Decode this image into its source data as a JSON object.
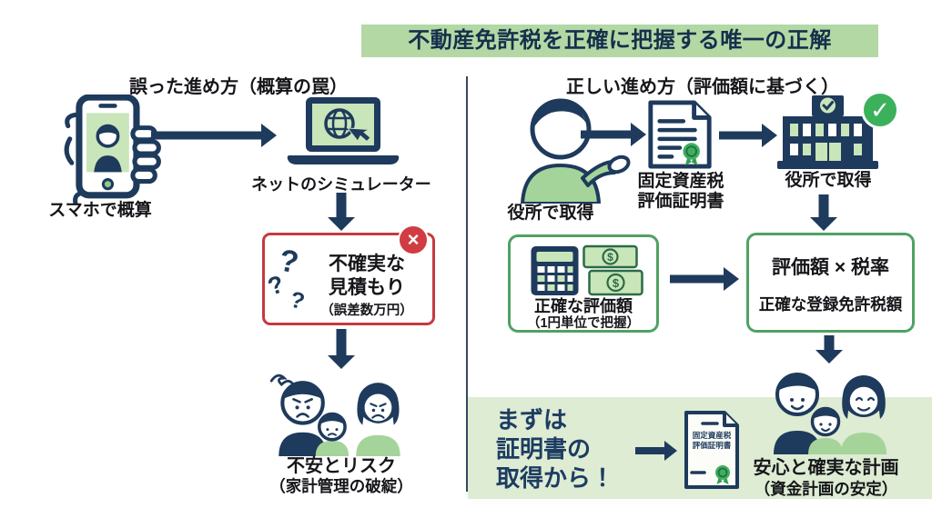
{
  "title": "不動産免許税を正確に把握する唯一の正解",
  "left": {
    "header": "誤った進め方（概算の罠）",
    "smartphone_label": "スマホで概算",
    "simulator_label": "ネットのシミュレーター",
    "warning_box": {
      "q1": "?",
      "q2": "?",
      "q3": "?",
      "line1": "不確実な",
      "line2": "見積もり",
      "line3": "（誤差数万円）"
    },
    "result_label1": "不安とリスク",
    "result_label2": "（家計管理の破綻）"
  },
  "right": {
    "header": "正しい進め方（評価額に基づく）",
    "person_label": "役所で取得",
    "certificate_label1": "固定資産税",
    "certificate_label2": "評価証明書",
    "office_label": "役所で取得",
    "value_box": {
      "line1": "正確な評価額",
      "line2": "（1円単位で把握）"
    },
    "formula_box": {
      "line1": "評価額 × 税率",
      "line2": "正確な登録免許税額"
    },
    "result_label1": "安心と確実な計画",
    "result_label2": "（資金計画の安定）"
  },
  "banner": {
    "cta_line1": "まずは",
    "cta_line2": "証明書の",
    "cta_line3": "取得から！",
    "mini_cert_line1": "固定資産税",
    "mini_cert_line2": "評価証明書"
  },
  "icons": {
    "check": "✓",
    "cross": "×",
    "dollar": "$"
  },
  "colors": {
    "navy": "#1e3a5c",
    "green": "#3cb15c",
    "light_green": "#c9e5ba",
    "banner_green": "#ddecd2",
    "title_green": "#b4d8a4",
    "red": "#c43a3f"
  }
}
